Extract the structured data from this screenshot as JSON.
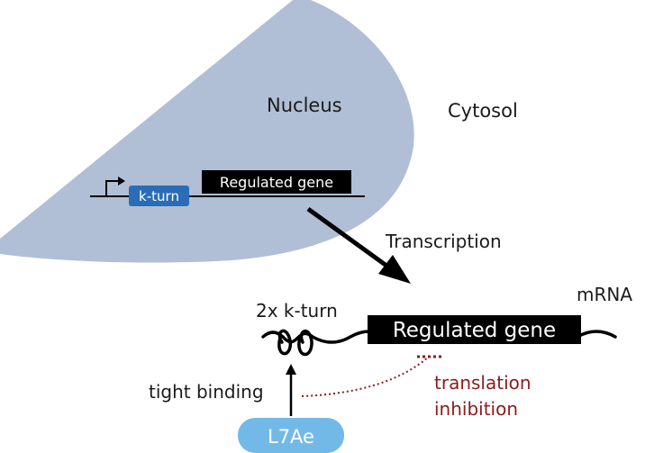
{
  "regions": {
    "nucleus_label": "Nucleus",
    "cytosol_label": "Cytosol"
  },
  "dna": {
    "kturn_label": "k-turn",
    "gene_label": "Regulated gene"
  },
  "process": {
    "transcription_label": "Transcription"
  },
  "mrna": {
    "label": "mRNA",
    "kturn_label": "2x k-turn",
    "gene_label": "Regulated gene"
  },
  "protein": {
    "label": "L7Ae",
    "binding_label": "tight binding"
  },
  "effect": {
    "line1": "translation",
    "line2": "inhibition"
  },
  "colors": {
    "nucleus_fill": "#b0bfd5",
    "kturn_box": "#2a6db5",
    "protein_fill": "#73b9e8",
    "inhibition": "#8b1c1c",
    "black": "#000000"
  }
}
